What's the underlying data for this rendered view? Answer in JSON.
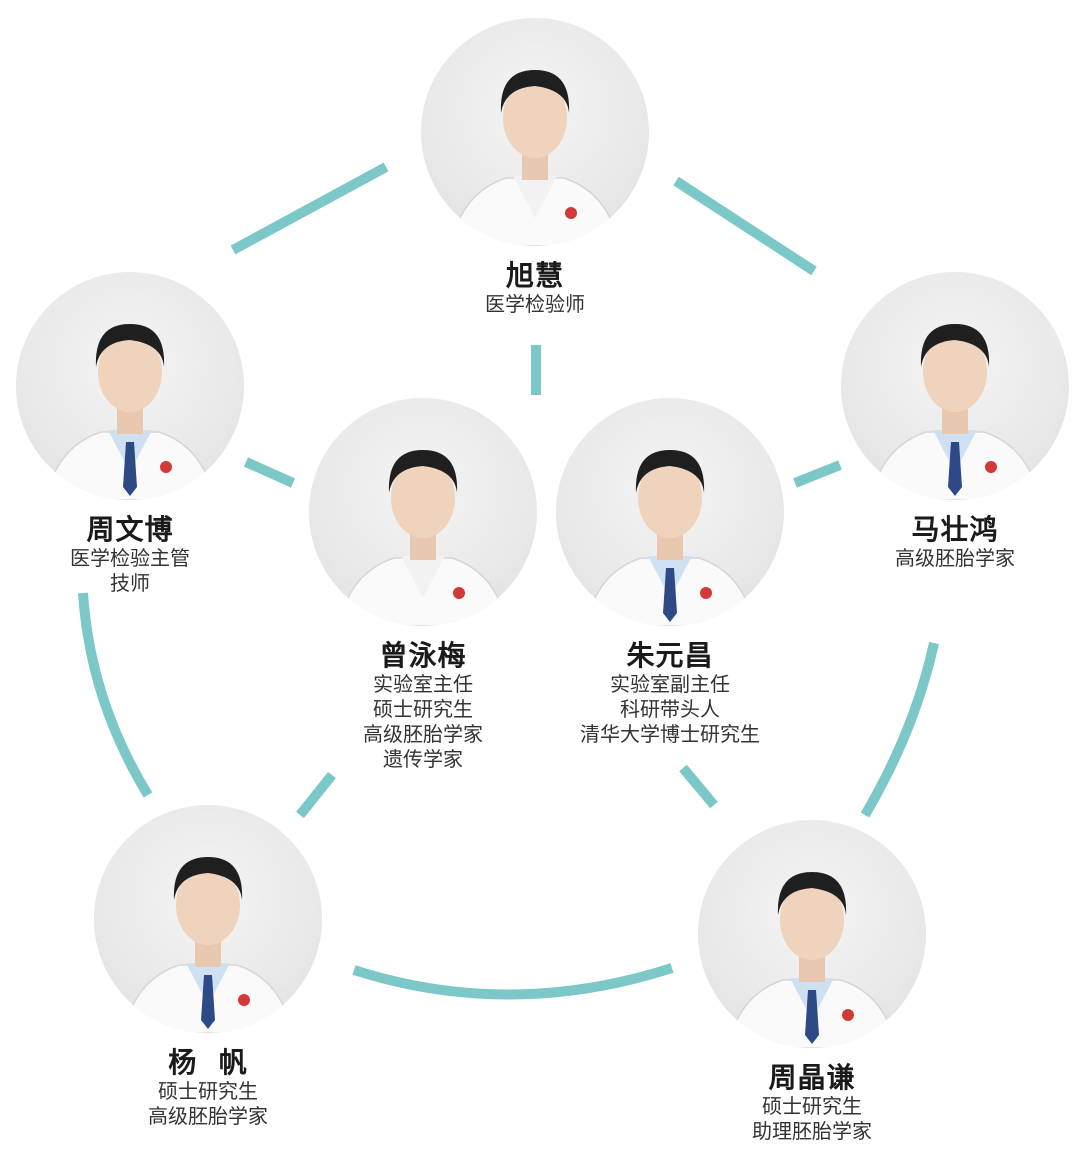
{
  "accent_color": "#7cc7c7",
  "members": [
    {
      "id": "xuhui",
      "name": "旭慧",
      "roles": [
        "医学检验师"
      ],
      "gender": "female"
    },
    {
      "id": "zhouwenbo",
      "name": "周文博",
      "roles": [
        "医学检验主管",
        "技师"
      ],
      "gender": "male"
    },
    {
      "id": "mazhuanghong",
      "name": "马壮鸿",
      "roles": [
        "高级胚胎学家"
      ],
      "gender": "male"
    },
    {
      "id": "zengyongmei",
      "name": "曾泳梅",
      "roles": [
        "实验室主任",
        "硕士研究生",
        "高级胚胎学家",
        "遗传学家"
      ],
      "gender": "female"
    },
    {
      "id": "zhuyuanchang",
      "name": "朱元昌",
      "roles": [
        "实验室副主任",
        "科研带头人",
        "清华大学博士研究生"
      ],
      "gender": "male"
    },
    {
      "id": "yangfan",
      "name": "杨  帆",
      "roles": [
        "硕士研究生",
        "高级胚胎学家"
      ],
      "gender": "male"
    },
    {
      "id": "zhoujingqian",
      "name": "周晶谦",
      "roles": [
        "硕士研究生",
        "助理胚胎学家"
      ],
      "gender": "male"
    }
  ]
}
